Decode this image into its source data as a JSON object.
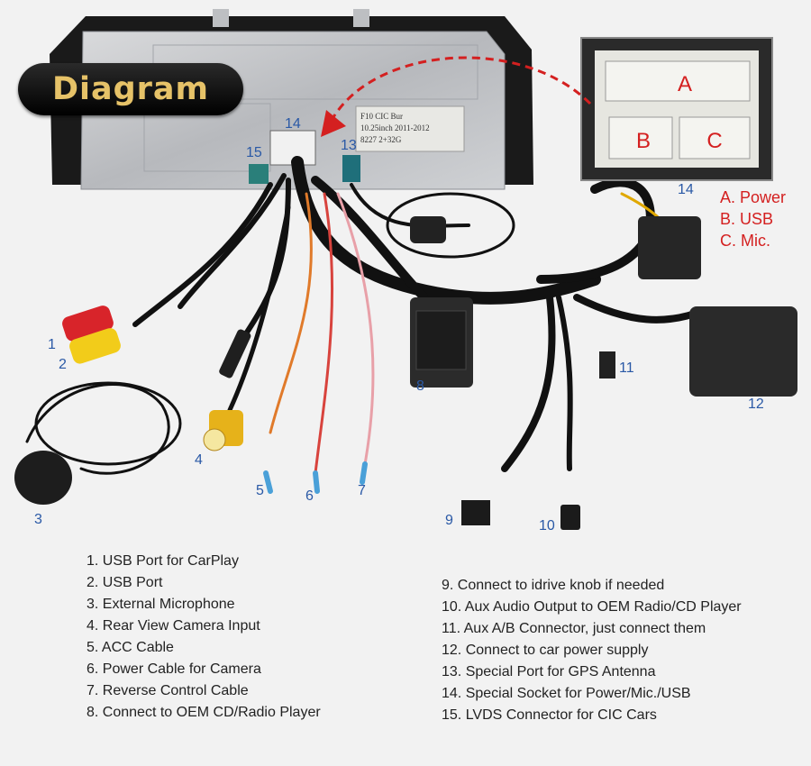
{
  "badge": {
    "title": "Diagram"
  },
  "callouts": {
    "n1": "1",
    "n2": "2",
    "n3": "3",
    "n4": "4",
    "n5": "5",
    "n6": "6",
    "n7": "7",
    "n8": "8",
    "n9": "9",
    "n10": "10",
    "n11": "11",
    "n12": "12",
    "n13": "13",
    "n14a": "14",
    "n14b": "14",
    "n15": "15"
  },
  "connector_inset": {
    "label_a": "A",
    "label_b": "B",
    "label_c": "C"
  },
  "pin_legend": [
    "A. Power",
    "B. USB",
    "C. Mic."
  ],
  "sticker_text": {
    "line1": "F10 CIC Bur",
    "line2": "10.25inch 2011-2012",
    "line3": "8227 2+32G"
  },
  "legend_left": [
    "1. USB Port for CarPlay",
    "2. USB Port",
    "3. External Microphone",
    "4. Rear View Camera Input",
    "5. ACC Cable",
    "6. Power Cable for Camera",
    "7. Reverse Control Cable",
    "8. Connect to OEM CD/Radio Player"
  ],
  "legend_right": [
    "9. Connect to idrive knob if needed",
    "10. Aux Audio Output to OEM Radio/CD Player",
    "11. Aux A/B Connector, just connect them",
    "12. Connect to car power supply",
    "13. Special Port for GPS Antenna",
    "14. Special Socket for Power/Mic./USB",
    "15. LVDS Connector for CIC Cars"
  ],
  "colors": {
    "accent_red": "#d42020",
    "callout_blue": "#2a59a6",
    "badge_gold": "#e6c268"
  }
}
